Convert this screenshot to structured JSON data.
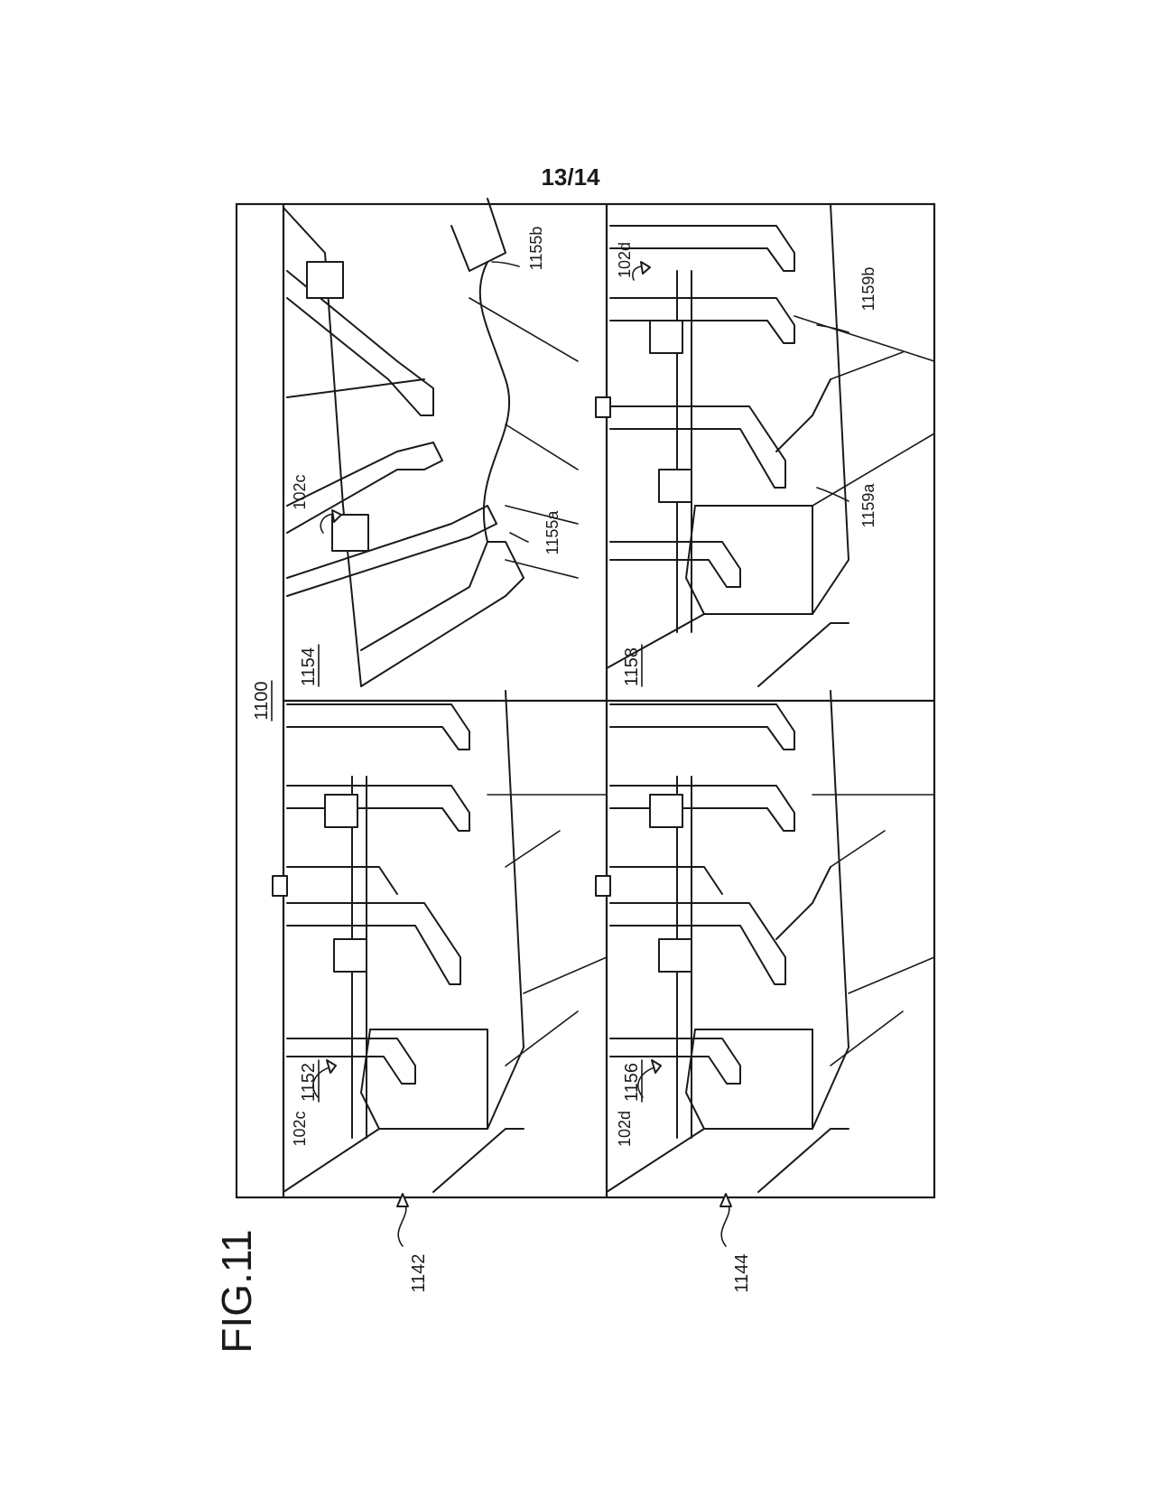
{
  "sheet": {
    "page_number": "13/14",
    "figure_label": "FIG.11"
  },
  "figure": {
    "ref": "1100"
  },
  "rows": [
    {
      "ref": "1142",
      "label_left_panel": "102c"
    },
    {
      "ref": "1144",
      "label_left_panel": "102d"
    }
  ],
  "panels": {
    "p1152": {
      "ref": "1152",
      "pointer": "102c"
    },
    "p1154": {
      "ref": "1154",
      "pointer": "102c",
      "callouts": [
        "1155a",
        "1155b"
      ]
    },
    "p1156": {
      "ref": "1156",
      "pointer": "102d"
    },
    "p1158": {
      "ref": "1158",
      "pointer": "102d",
      "callouts": [
        "1159a",
        "1159b"
      ]
    }
  }
}
